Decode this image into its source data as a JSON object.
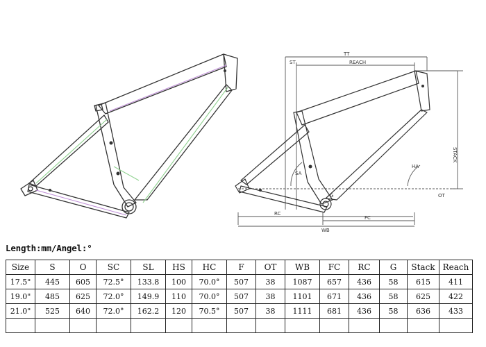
{
  "caption": "Length:mm/Angel:°",
  "diagram_labels": {
    "stack": "STACK",
    "reach": "REACH",
    "st": "ST",
    "tt": "TT",
    "wb": "WB",
    "rc": "RC",
    "fc": "FC",
    "ot": "OT",
    "g": "G",
    "sa": "SA",
    "ha": "HA"
  },
  "table": {
    "headers": [
      "Size",
      "S",
      "O",
      "SC",
      "SL",
      "HS",
      "HC",
      "F",
      "OT",
      "WB",
      "FC",
      "RC",
      "G",
      "Stack",
      "Reach"
    ],
    "rows": [
      [
        "17.5\"",
        "445",
        "605",
        "72.5°",
        "133.8",
        "100",
        "70.0°",
        "507",
        "38",
        "1087",
        "657",
        "436",
        "58",
        "615",
        "411"
      ],
      [
        "19.0\"",
        "485",
        "625",
        "72.0°",
        "149.9",
        "110",
        "70.0°",
        "507",
        "38",
        "1101",
        "671",
        "436",
        "58",
        "625",
        "422"
      ],
      [
        "21.0\"",
        "525",
        "640",
        "72.0°",
        "162.2",
        "120",
        "70.5°",
        "507",
        "38",
        "1111",
        "681",
        "436",
        "58",
        "636",
        "433"
      ]
    ]
  },
  "colors": {
    "frame_outline": "#333333",
    "accent_green": "#8fd18f",
    "accent_purple": "#c090d8",
    "dimension_line": "#555555"
  }
}
